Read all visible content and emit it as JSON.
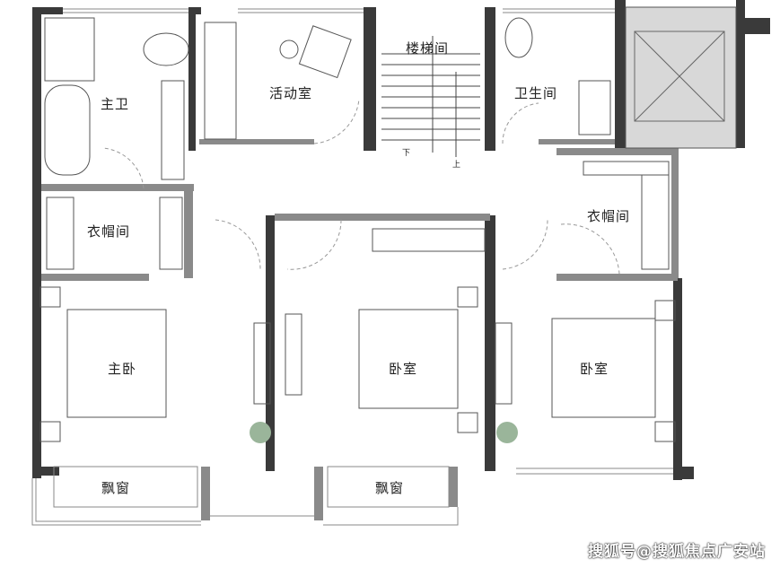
{
  "rooms": {
    "master_bath": "主卫",
    "activity_room": "活动室",
    "stairwell": "楼梯间",
    "bathroom": "卫生间",
    "closet_left": "衣帽间",
    "closet_right": "衣帽间",
    "master_bedroom": "主卧",
    "bedroom_middle": "卧室",
    "bedroom_right": "卧室",
    "bay_window_left": "飘窗",
    "bay_window_middle": "飘窗"
  },
  "stairs": {
    "down": "下",
    "up": "上"
  },
  "watermark": "搜狐号@搜狐焦点广安站",
  "colors": {
    "wall": "#3a3a3a",
    "partition": "#8a8a8a",
    "shaft": "#d8d8d8"
  }
}
